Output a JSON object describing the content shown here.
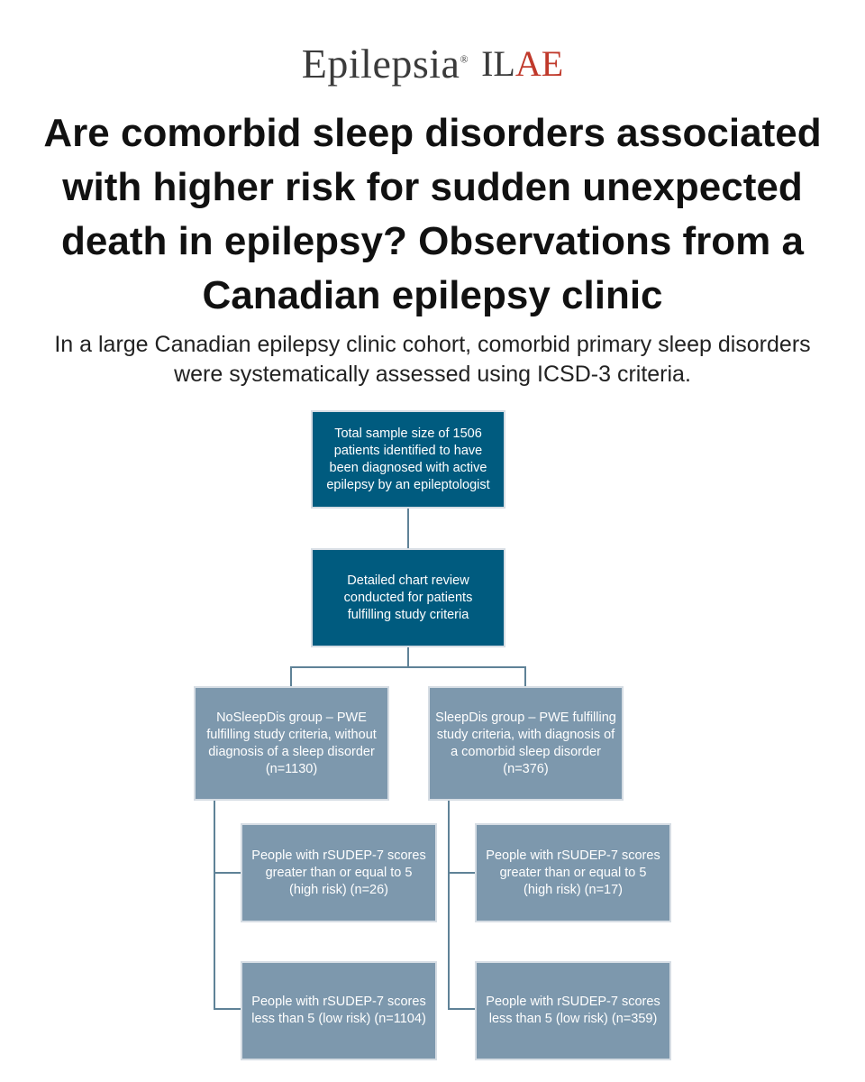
{
  "logo": {
    "journal": "Epilepsia",
    "registered": "®",
    "mark_part1": "IL",
    "mark_part2": "AE"
  },
  "title": "Are comorbid sleep disorders associated with higher risk for sudden unexpected death in epilepsy? Observations from a Canadian epilepsy clinic",
  "subtitle": "In a large Canadian epilepsy clinic cohort, comorbid primary sleep disorders were systematically assessed using ICSD-3 criteria.",
  "colors": {
    "dark_box": "#005b7f",
    "gray_box": "#7d98ad",
    "connector": "#5f8297"
  },
  "flowchart": {
    "total": "Total sample size of 1506 patients identified to have been diagnosed with active epilepsy by an epileptologist",
    "review": "Detailed chart review conducted for patients fulfilling study criteria",
    "no_sleep_group": "NoSleepDis group – PWE fulfilling study criteria, without diagnosis of a sleep disorder (n=1130)",
    "sleep_group": "SleepDis group – PWE fulfilling study criteria, with diagnosis of a comorbid sleep disorder (n=376)",
    "no_sleep_high": "People with rSUDEP-7 scores greater than or equal to 5 (high risk) (n=26)",
    "no_sleep_low": "People with rSUDEP-7 scores less than 5 (low risk) (n=1104)",
    "sleep_high": "People with rSUDEP-7 scores greater than or equal to 5 (high risk) (n=17)",
    "sleep_low": "People with rSUDEP-7 scores less than 5 (low risk) (n=359)"
  }
}
